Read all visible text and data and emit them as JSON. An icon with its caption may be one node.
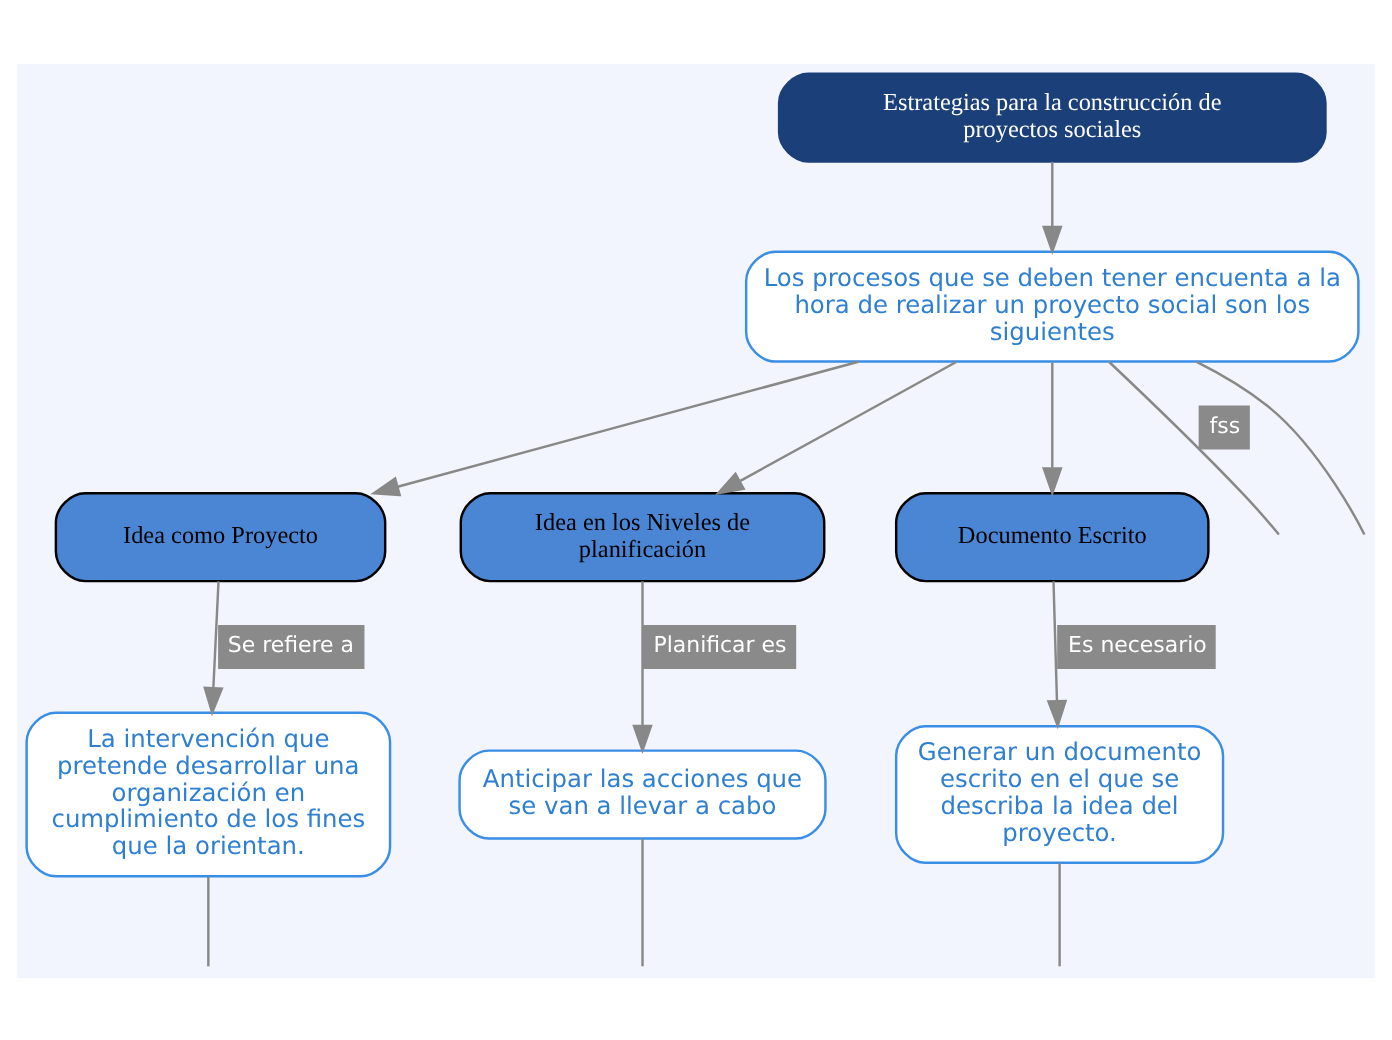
{
  "diagram": {
    "nodes": [
      {
        "text": [
          "Estrategias para la construcción de proyectos sociales"
        ]
      },
      {
        "text": [
          "Los procesos que se deben tener encuenta a la hora de realizar un proyecto social son los siguientes"
        ]
      },
      {
        "text": [
          "Idea como Proyecto"
        ]
      },
      {
        "text": [
          "Idea en los Niveles de planificación"
        ]
      },
      {
        "text": [
          "Documento Escrito"
        ]
      },
      {
        "text": [
          "La intervención que pretende desarrollar una organización en cumplimiento de los fines que la orientan."
        ]
      },
      {
        "text": [
          "Anticipar las acciones que se van a llevar a cabo"
        ]
      },
      {
        "text": [
          "Generar un documento escrito en el que se describa la idea del proyecto."
        ]
      }
    ],
    "edges": [
      {
        "from": 0,
        "to": 1,
        "arrow": "to"
      },
      {
        "from": 1,
        "to": null,
        "arrow": "none",
        "label": "fss"
      },
      {
        "from": 1,
        "to": 2,
        "arrow": "to"
      },
      {
        "from": 1,
        "to": 3,
        "arrow": "to"
      },
      {
        "from": 1,
        "to": 4,
        "arrow": "to"
      },
      {
        "from": 1,
        "to": null,
        "arrow": "none"
      },
      {
        "from": 2,
        "to": 5,
        "arrow": "to",
        "label": "Se refiere a"
      },
      {
        "from": 3,
        "to": 6,
        "arrow": "to",
        "label": "Planificar es"
      },
      {
        "from": 4,
        "to": 7,
        "arrow": "to",
        "label": "Es necesario"
      },
      {
        "from": 5,
        "to": null,
        "arrow": "none"
      },
      {
        "from": 6,
        "to": null,
        "arrow": "none"
      },
      {
        "from": 7,
        "to": null,
        "arrow": "none"
      }
    ]
  }
}
